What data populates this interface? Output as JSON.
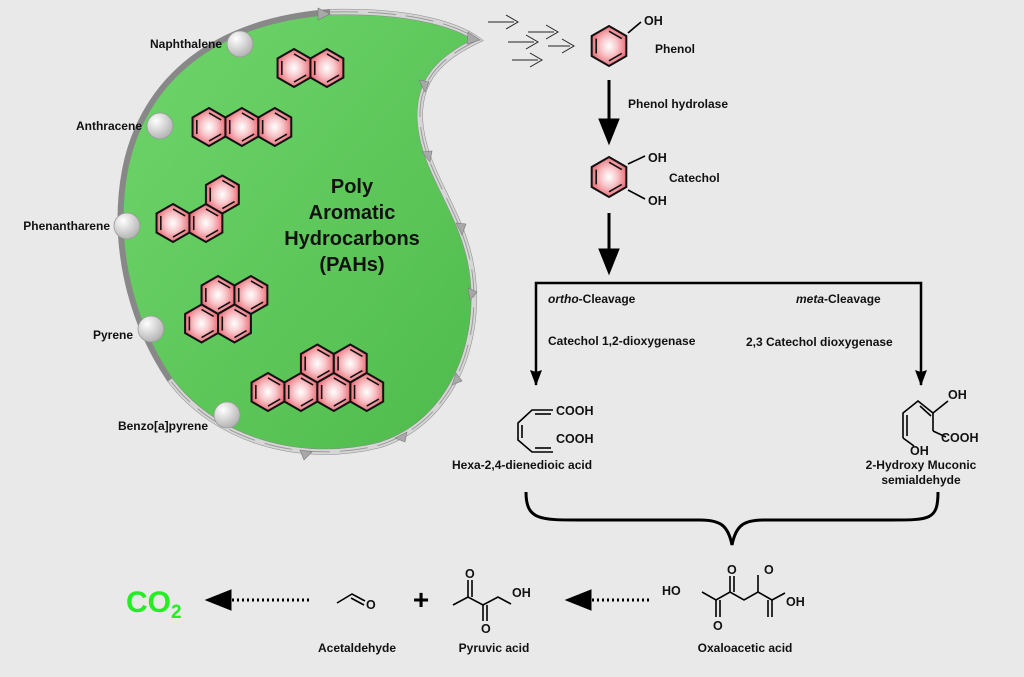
{
  "pah": {
    "title_lines": [
      "Poly",
      "Aromatic",
      "Hydrocarbons",
      "(PAHs)"
    ],
    "compounds": [
      "Naphthalene",
      "Anthracene",
      "Phenantharene",
      "Pyrene",
      "Benzo[a]pyrene"
    ]
  },
  "pathway": {
    "phenol": {
      "label": "Phenol",
      "oh": "OH"
    },
    "phenol_hydrolase": "Phenol hydrolase",
    "catechol": {
      "label": "Catechol",
      "oh1": "OH",
      "oh2": "OH"
    },
    "ortho": {
      "prefix": "ortho",
      "suffix": "-Cleavage",
      "enzyme": "Catechol 1,2-dioxygenase"
    },
    "meta": {
      "prefix": "meta",
      "suffix": "-Cleavage",
      "enzyme": "2,3 Catechol dioxygenase"
    },
    "hexa": {
      "label": "Hexa-2,4-dienedioic acid",
      "g1": "COOH",
      "g2": "COOH"
    },
    "hydroxy": {
      "label_line1": "2-Hydroxy Muconic",
      "label_line2": "semialdehyde",
      "g_oh1": "OH",
      "g_oh2": "OH",
      "g_cooh": "COOH"
    },
    "oxaloacetic": {
      "label": "Oxaloacetic acid",
      "ho": "HO",
      "oh": "OH",
      "o1": "O",
      "o2": "O",
      "o3": "O"
    },
    "pyruvic": {
      "label": "Pyruvic acid",
      "oh": "OH",
      "o1": "O",
      "o2": "O"
    },
    "acetaldehyde": {
      "label": "Acetaldehyde",
      "o": "O"
    },
    "plus": "+",
    "co2": {
      "main": "CO",
      "sub": "2"
    }
  },
  "colors": {
    "cell_green": "#5cc95a",
    "ring_fill": "#f06a72",
    "co2_green": "#22ee22",
    "background": "#e9e9e9"
  }
}
